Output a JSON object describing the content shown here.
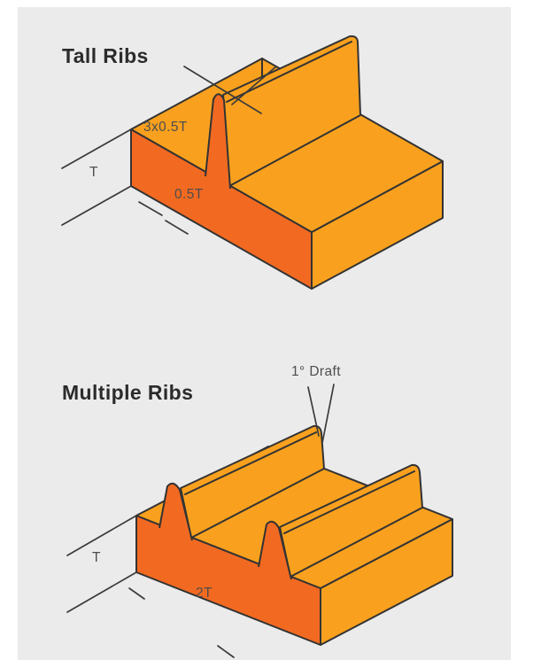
{
  "colors": {
    "page_background": "#FFFFFF",
    "panel_background": "#EBEBEB",
    "light_orange": "#F9A11E",
    "dark_orange": "#F26A21",
    "outline": "#333333",
    "dimension_line": "#3A3A3A",
    "title_text": "#2B2B2B",
    "dimension_text": "#4D4D4D"
  },
  "figures": [
    {
      "title": "Tall Ribs",
      "labels": {
        "rib_height": "3x0.5T",
        "wall_thickness": "T",
        "rib_width": "0.5T"
      }
    },
    {
      "title": "Multiple Ribs",
      "labels": {
        "draft": "1° Draft",
        "wall_thickness": "T",
        "rib_spacing": "2T"
      }
    }
  ]
}
